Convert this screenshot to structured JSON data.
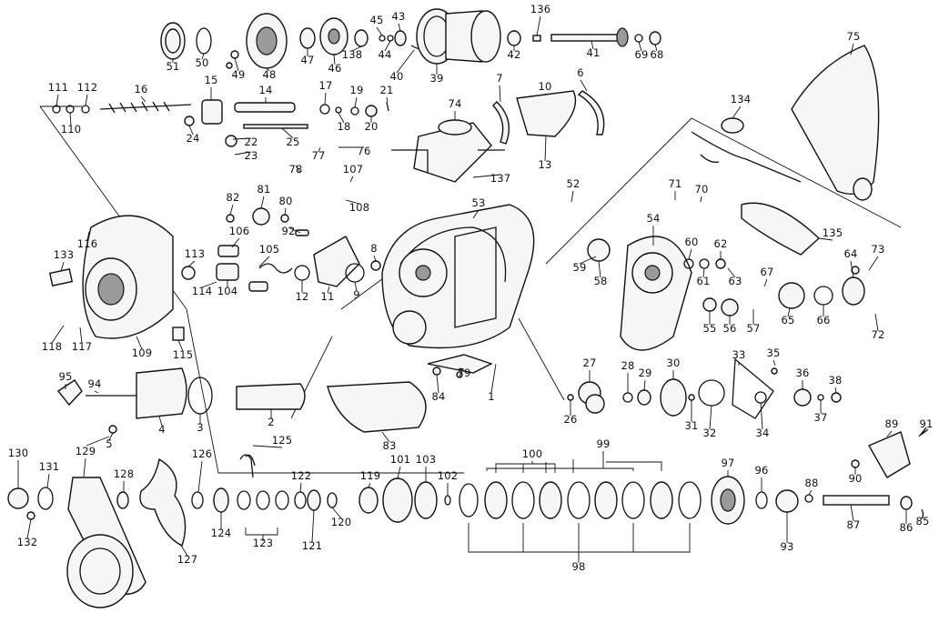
{
  "diagram": {
    "parts": [
      {
        "id": "p51",
        "label": "51",
        "icon": "ring-icon"
      },
      {
        "id": "p50",
        "label": "50",
        "icon": "ring-icon"
      },
      {
        "id": "p48",
        "label": "48",
        "icon": "gear-icon"
      },
      {
        "id": "p49",
        "label": "49",
        "icon": "screw-icon"
      },
      {
        "id": "p47",
        "label": "47",
        "icon": "bearing-icon"
      },
      {
        "id": "p46",
        "label": "46",
        "icon": "gear-icon"
      },
      {
        "id": "p138",
        "label": "138",
        "icon": "bearing-icon"
      },
      {
        "id": "p45",
        "label": "45",
        "icon": "ring-icon"
      },
      {
        "id": "p44",
        "label": "44",
        "icon": "washer-icon"
      },
      {
        "id": "p43",
        "label": "43",
        "icon": "bearing-icon"
      },
      {
        "id": "p40",
        "label": "40",
        "icon": "clip-icon"
      },
      {
        "id": "p39",
        "label": "39",
        "icon": "spool-icon"
      },
      {
        "id": "p136",
        "label": "136",
        "icon": "pin-icon"
      },
      {
        "id": "p42",
        "label": "42",
        "icon": "bearing-icon"
      },
      {
        "id": "p41",
        "label": "41",
        "icon": "shaft-icon"
      },
      {
        "id": "p69",
        "label": "69",
        "icon": "washer-icon"
      },
      {
        "id": "p68",
        "label": "68",
        "icon": "bearing-icon"
      },
      {
        "id": "p75",
        "label": "75",
        "icon": "cover-icon"
      },
      {
        "id": "p111",
        "label": "111",
        "icon": "ring-icon"
      },
      {
        "id": "p112",
        "label": "112",
        "icon": "ring-icon"
      },
      {
        "id": "p110",
        "label": "110",
        "icon": "washer-icon"
      },
      {
        "id": "p16",
        "label": "16",
        "icon": "worm-shaft-icon"
      },
      {
        "id": "p15",
        "label": "15",
        "icon": "guide-icon"
      },
      {
        "id": "p14",
        "label": "14",
        "icon": "frame-icon"
      },
      {
        "id": "p17",
        "label": "17",
        "icon": "bearing-icon"
      },
      {
        "id": "p19",
        "label": "19",
        "icon": "ring-icon"
      },
      {
        "id": "p21",
        "label": "21",
        "icon": "clip-icon"
      },
      {
        "id": "p18",
        "label": "18",
        "icon": "ring-icon"
      },
      {
        "id": "p20",
        "label": "20",
        "icon": "bearing-icon"
      },
      {
        "id": "p24",
        "label": "24",
        "icon": "pin-icon"
      },
      {
        "id": "p22",
        "label": "22",
        "icon": "pawl-icon"
      },
      {
        "id": "p23",
        "label": "23",
        "icon": "screw-icon"
      },
      {
        "id": "p25",
        "label": "25",
        "icon": "rod-icon"
      },
      {
        "id": "p7",
        "label": "7",
        "icon": "lever-icon"
      },
      {
        "id": "p10",
        "label": "10",
        "icon": "lever-icon"
      },
      {
        "id": "p6",
        "label": "6",
        "icon": "lever-icon"
      },
      {
        "id": "p74",
        "label": "74",
        "icon": "plate-icon"
      },
      {
        "id": "p13",
        "label": "13",
        "icon": "screw-icon"
      },
      {
        "id": "p134",
        "label": "134",
        "icon": "clip-icon"
      },
      {
        "id": "p77",
        "label": "77",
        "icon": "screw-icon"
      },
      {
        "id": "p76",
        "label": "76",
        "icon": "wire-icon"
      },
      {
        "id": "p78",
        "label": "78",
        "icon": "rod-icon"
      },
      {
        "id": "p137",
        "label": "137",
        "icon": "cable-icon"
      },
      {
        "id": "p107",
        "label": "107",
        "icon": "bracket-icon"
      },
      {
        "id": "p108",
        "label": "108",
        "icon": "lever-icon"
      },
      {
        "id": "p135",
        "label": "135",
        "icon": "cable-icon"
      },
      {
        "id": "p52",
        "label": "52",
        "icon": "screw-icon"
      },
      {
        "id": "p53",
        "label": "53",
        "icon": "screw-icon"
      },
      {
        "id": "p82",
        "label": "82",
        "icon": "screw-icon"
      },
      {
        "id": "p81",
        "label": "81",
        "icon": "gear-icon"
      },
      {
        "id": "p80",
        "label": "80",
        "icon": "screw-icon"
      },
      {
        "id": "p92",
        "label": "92",
        "icon": "spring-icon"
      },
      {
        "id": "p71",
        "label": "71",
        "icon": "screw-icon"
      },
      {
        "id": "p70",
        "label": "70",
        "icon": "screw-icon"
      },
      {
        "id": "p116",
        "label": "116",
        "icon": "screw-icon"
      },
      {
        "id": "p106",
        "label": "106",
        "icon": "spring-icon"
      },
      {
        "id": "p54",
        "label": "54",
        "icon": "plate-icon"
      },
      {
        "id": "p113",
        "label": "113",
        "icon": "bearing-icon"
      },
      {
        "id": "p105",
        "label": "105",
        "icon": "spring-icon"
      },
      {
        "id": "p133",
        "label": "133",
        "icon": "label-icon"
      },
      {
        "id": "p59",
        "label": "59",
        "icon": "screw-icon"
      },
      {
        "id": "p60",
        "label": "60",
        "icon": "ring-icon"
      },
      {
        "id": "p62",
        "label": "62",
        "icon": "screw-icon"
      },
      {
        "id": "p8",
        "label": "8",
        "icon": "pin-icon"
      },
      {
        "id": "p64",
        "label": "64",
        "icon": "bearing-icon"
      },
      {
        "id": "p73",
        "label": "73",
        "icon": "screw-icon"
      },
      {
        "id": "p58",
        "label": "58",
        "icon": "gear-icon"
      },
      {
        "id": "p61",
        "label": "61",
        "icon": "ring-icon"
      },
      {
        "id": "p63",
        "label": "63",
        "icon": "pin-icon"
      },
      {
        "id": "p67",
        "label": "67",
        "icon": "clip-icon"
      },
      {
        "id": "p114",
        "label": "114",
        "icon": "screw-icon"
      },
      {
        "id": "p104",
        "label": "104",
        "icon": "sleeve-icon"
      },
      {
        "id": "p12",
        "label": "12",
        "icon": "ring-icon"
      },
      {
        "id": "p11",
        "label": "11",
        "icon": "lever-icon"
      },
      {
        "id": "p9",
        "label": "9",
        "icon": "ring-icon"
      },
      {
        "id": "p55",
        "label": "55",
        "icon": "bearing-icon"
      },
      {
        "id": "p56",
        "label": "56",
        "icon": "gear-icon"
      },
      {
        "id": "p57",
        "label": "57",
        "icon": "screw-icon"
      },
      {
        "id": "p65",
        "label": "65",
        "icon": "gear-icon"
      },
      {
        "id": "p66",
        "label": "66",
        "icon": "ring-icon"
      },
      {
        "id": "p72",
        "label": "72",
        "icon": "screw-icon"
      },
      {
        "id": "p118",
        "label": "118",
        "icon": "screw-icon"
      },
      {
        "id": "p117",
        "label": "117",
        "icon": "washer-icon"
      },
      {
        "id": "p109",
        "label": "109",
        "icon": "side-plate-icon"
      },
      {
        "id": "p115",
        "label": "115",
        "icon": "clip-icon"
      },
      {
        "id": "p33",
        "label": "33",
        "icon": "plate-icon"
      },
      {
        "id": "p35",
        "label": "35",
        "icon": "screw-icon"
      },
      {
        "id": "p27",
        "label": "27",
        "icon": "gear-icon"
      },
      {
        "id": "p28",
        "label": "28",
        "icon": "ring-icon"
      },
      {
        "id": "p29",
        "label": "29",
        "icon": "bearing-icon"
      },
      {
        "id": "p30",
        "label": "30",
        "icon": "gear-icon"
      },
      {
        "id": "p36",
        "label": "36",
        "icon": "gear-icon"
      },
      {
        "id": "p38",
        "label": "38",
        "icon": "bearing-icon"
      },
      {
        "id": "p79",
        "label": "79",
        "icon": "screw-icon"
      },
      {
        "id": "p84",
        "label": "84",
        "icon": "screw-icon"
      },
      {
        "id": "p95",
        "label": "95",
        "icon": "bracket-icon"
      },
      {
        "id": "p94",
        "label": "94",
        "icon": "screw-icon"
      },
      {
        "id": "p1",
        "label": "1",
        "icon": "frame-icon"
      },
      {
        "id": "p26",
        "label": "26",
        "icon": "pin-icon"
      },
      {
        "id": "p31",
        "label": "31",
        "icon": "washer-icon"
      },
      {
        "id": "p32",
        "label": "32",
        "icon": "ring-icon"
      },
      {
        "id": "p34",
        "label": "34",
        "icon": "washer-icon"
      },
      {
        "id": "p37",
        "label": "37",
        "icon": "washer-icon"
      },
      {
        "id": "p4",
        "label": "4",
        "icon": "motor-housing-icon"
      },
      {
        "id": "p3",
        "label": "3",
        "icon": "ring-icon"
      },
      {
        "id": "p2",
        "label": "2",
        "icon": "motor-icon"
      },
      {
        "id": "p5",
        "label": "5",
        "icon": "screw-icon"
      },
      {
        "id": "p83",
        "label": "83",
        "icon": "clamp-icon"
      },
      {
        "id": "p89",
        "label": "89",
        "icon": "plate-icon"
      },
      {
        "id": "p91",
        "label": "91",
        "icon": "spring-icon"
      },
      {
        "id": "p90",
        "label": "90",
        "icon": "screw-icon"
      },
      {
        "id": "p130",
        "label": "130",
        "icon": "nut-icon"
      },
      {
        "id": "p131",
        "label": "131",
        "icon": "washer-icon"
      },
      {
        "id": "p129",
        "label": "129",
        "icon": "handle-arm-icon"
      },
      {
        "id": "p128",
        "label": "128",
        "icon": "washer-icon"
      },
      {
        "id": "p126",
        "label": "126",
        "icon": "washer-icon"
      },
      {
        "id": "p125",
        "label": "125",
        "icon": "spring-icon"
      },
      {
        "id": "p122",
        "label": "122",
        "icon": "ring-icon"
      },
      {
        "id": "p119",
        "label": "119",
        "icon": "sleeve-icon"
      },
      {
        "id": "p101",
        "label": "101",
        "icon": "ring-icon"
      },
      {
        "id": "p103",
        "label": "103",
        "icon": "bearing-icon"
      },
      {
        "id": "p102",
        "label": "102",
        "icon": "washer-icon"
      },
      {
        "id": "p100",
        "label": "100",
        "icon": "drag-washer-icon"
      },
      {
        "id": "p99",
        "label": "99",
        "icon": "drag-washer-icon"
      },
      {
        "id": "p97",
        "label": "97",
        "icon": "main-gear-icon"
      },
      {
        "id": "p96",
        "label": "96",
        "icon": "washer-icon"
      },
      {
        "id": "p88",
        "label": "88",
        "icon": "ring-icon"
      },
      {
        "id": "p87",
        "label": "87",
        "icon": "shaft-icon"
      },
      {
        "id": "p86",
        "label": "86",
        "icon": "bearing-icon"
      },
      {
        "id": "p85",
        "label": "85",
        "icon": "ring-icon"
      },
      {
        "id": "p93",
        "label": "93",
        "icon": "ratchet-icon"
      },
      {
        "id": "p98",
        "label": "98",
        "icon": "drag-washer-icon"
      },
      {
        "id": "p132",
        "label": "132",
        "icon": "screw-icon"
      },
      {
        "id": "p127",
        "label": "127",
        "icon": "star-drag-icon"
      },
      {
        "id": "p124",
        "label": "124",
        "icon": "bearing-icon"
      },
      {
        "id": "p123",
        "label": "123",
        "icon": "spring-washer-icon"
      },
      {
        "id": "p121",
        "label": "121",
        "icon": "bearing-icon"
      },
      {
        "id": "p120",
        "label": "120",
        "icon": "ring-icon"
      }
    ]
  }
}
